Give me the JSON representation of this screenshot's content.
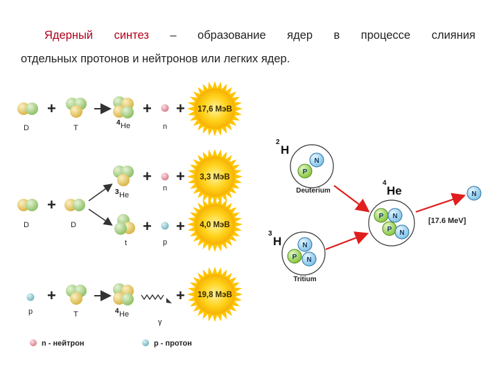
{
  "heading": {
    "term": "Ядерный синтез",
    "line1_rest": " – образование ядер в процессе слияния",
    "line2": "отдельных протонов и нейтронов или легких ядер."
  },
  "reactions": [
    {
      "reactants": [
        "D",
        "T"
      ],
      "products": [
        {
          "sup": "4",
          "name": "He"
        },
        {
          "sup": "",
          "name": "n"
        }
      ],
      "energy": "17,6 МэВ"
    },
    {
      "reactants": [
        "D",
        "D"
      ],
      "products": [
        {
          "sup": "3",
          "name": "He"
        },
        {
          "sup": "",
          "name": "n"
        }
      ],
      "energy": "3,3 МэВ"
    },
    {
      "reactants": [
        "D",
        "D"
      ],
      "products": [
        {
          "sup": "",
          "name": "t"
        },
        {
          "sup": "",
          "name": "p"
        }
      ],
      "energy": "4,0 МэВ"
    },
    {
      "reactants": [
        "p",
        "T"
      ],
      "products": [
        {
          "sup": "4",
          "name": "He"
        },
        {
          "sup": "",
          "name": "γ"
        }
      ],
      "energy": "19,8 МэВ"
    }
  ],
  "operators": {
    "plus": "+"
  },
  "legend": {
    "neutron": "n - нейтрон",
    "proton": "p - протон"
  },
  "right_diagram": {
    "deuterium": {
      "sup": "2",
      "symbol": "H",
      "caption": "Deuterium"
    },
    "tritium": {
      "sup": "3",
      "symbol": "H",
      "caption": "Tritium"
    },
    "helium": {
      "sup": "4",
      "symbol": "He"
    },
    "neutron_letter": "N",
    "proton_letter": "P",
    "energy": "[17.6 MeV]"
  },
  "colors": {
    "neutron": "#a9cf86",
    "proton": "#e6c862",
    "free_neutron": "#e79aa4",
    "free_proton": "#88c6cc",
    "sun": "#ffcc00",
    "arrow_red": "#e01e1e",
    "nucleon_blue": "#9fd3ee",
    "nucleon_green": "#9ed44a",
    "heading_term": "#b0001a"
  }
}
